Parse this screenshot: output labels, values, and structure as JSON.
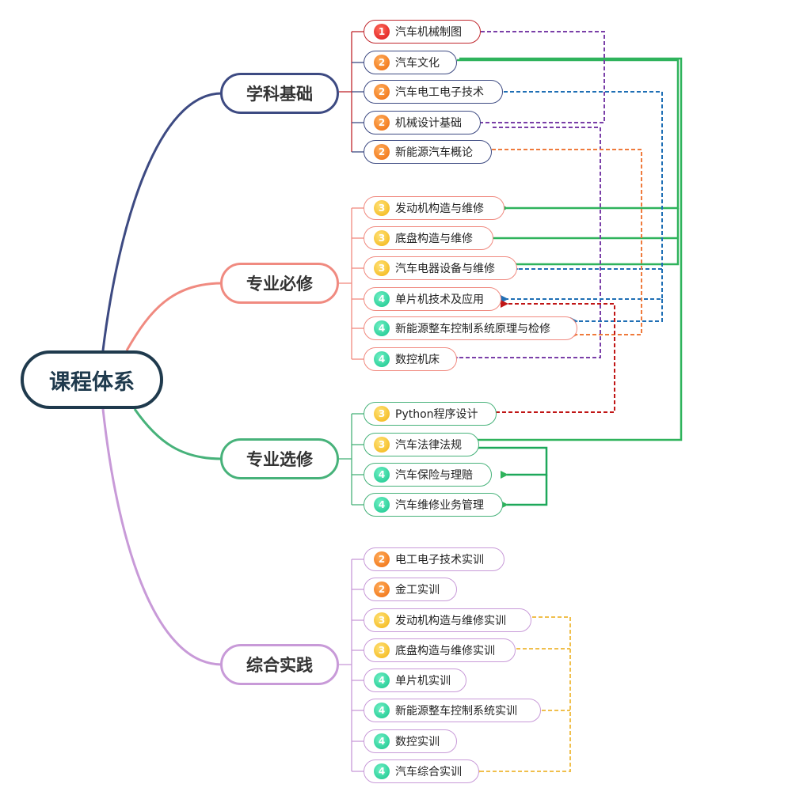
{
  "root": {
    "label": "课程体系"
  },
  "branches": [
    {
      "name": "学科基础",
      "color": "#3d4a82",
      "items": [
        {
          "num": "1",
          "label": "汽车机械制图"
        },
        {
          "num": "2",
          "label": "汽车文化"
        },
        {
          "num": "2",
          "label": "汽车电工电子技术"
        },
        {
          "num": "2",
          "label": "机械设计基础"
        },
        {
          "num": "2",
          "label": "新能源汽车概论"
        }
      ]
    },
    {
      "name": "专业必修",
      "color": "#f08a80",
      "items": [
        {
          "num": "3",
          "label": "发动机构造与维修"
        },
        {
          "num": "3",
          "label": "底盘构造与维修"
        },
        {
          "num": "3",
          "label": "汽车电器设备与维修"
        },
        {
          "num": "4",
          "label": "单片机技术及应用"
        },
        {
          "num": "4",
          "label": "新能源整车控制系统原理与检修"
        },
        {
          "num": "4",
          "label": "数控机床"
        }
      ]
    },
    {
      "name": "专业选修",
      "color": "#47b27a",
      "items": [
        {
          "num": "3",
          "label": "Python程序设计"
        },
        {
          "num": "3",
          "label": "汽车法律法规"
        },
        {
          "num": "4",
          "label": "汽车保险与理赔"
        },
        {
          "num": "4",
          "label": "汽车维修业务管理"
        }
      ]
    },
    {
      "name": "综合实践",
      "color": "#c89ad8",
      "items": [
        {
          "num": "2",
          "label": "电工电子技术实训"
        },
        {
          "num": "2",
          "label": "金工实训"
        },
        {
          "num": "3",
          "label": "发动机构造与维修实训"
        },
        {
          "num": "3",
          "label": "底盘构造与维修实训"
        },
        {
          "num": "4",
          "label": "单片机实训"
        },
        {
          "num": "4",
          "label": "新能源整车控制系统实训"
        },
        {
          "num": "4",
          "label": "数控实训"
        },
        {
          "num": "4",
          "label": "汽车综合实训"
        }
      ]
    }
  ],
  "link_colors": {
    "purple": "#7a3fa8",
    "green": "#2fb35c",
    "blue": "#1f6fb5",
    "orange": "#ef7a3c",
    "darkred": "#c01515",
    "yellow": "#f0bf4c",
    "first_item": "#c0272d"
  }
}
